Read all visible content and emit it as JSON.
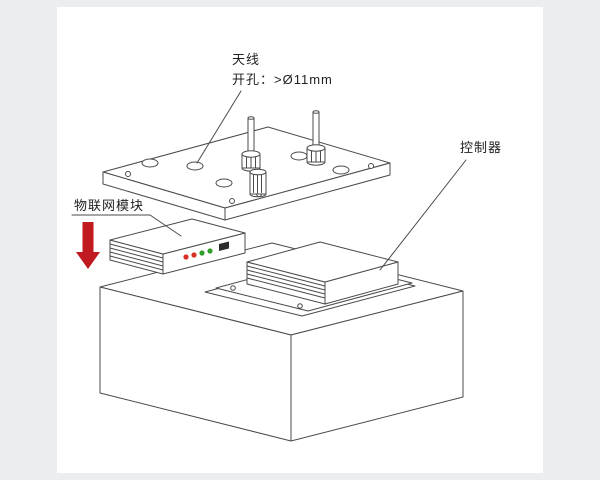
{
  "page": {
    "background": "#ebedee",
    "canvas": "#ffffff"
  },
  "labels": {
    "antenna": "天线",
    "antenna_hole": "开孔：>Ø11mm",
    "iot_module": "物联网模块",
    "controller": "控制器"
  },
  "colors": {
    "line": "#4b4b4b",
    "text": "#1f1f1f",
    "arrow": "#c0191f"
  },
  "module": {
    "leds": [
      "#d93025",
      "#d93025",
      "#2f9e2c",
      "#2f9e2c"
    ],
    "port": "#2b2b2b"
  }
}
